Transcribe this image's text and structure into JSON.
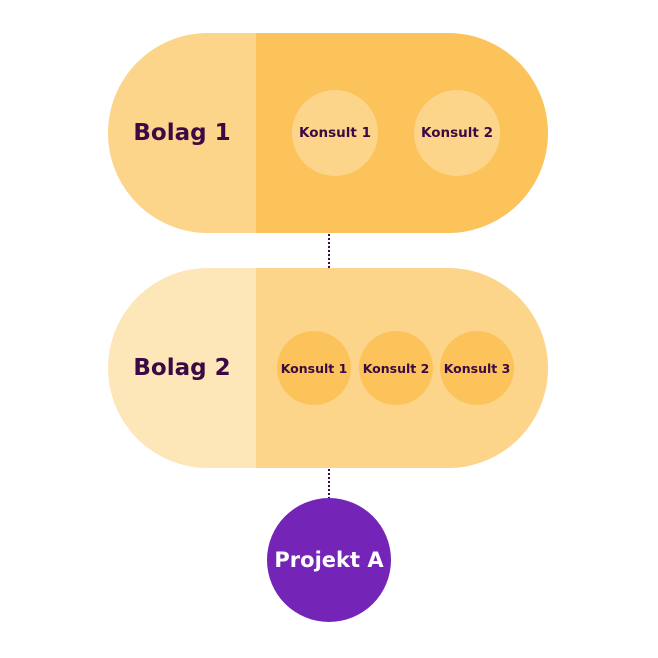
{
  "colors": {
    "pill1_left": "#fcd48a",
    "pill1_right": "#fbc35a",
    "pill1_consultant": "#fcd48a",
    "pill2_left": "#fde6b8",
    "pill2_right": "#fcd48a",
    "pill2_consultant": "#fbc35a",
    "text_dark": "#3b0a45",
    "project_fill": "#7425b8",
    "project_text": "#ffffff"
  },
  "companies": [
    {
      "name": "Bolag 1",
      "consultants": [
        "Konsult 1",
        "Konsult 2"
      ]
    },
    {
      "name": "Bolag 2",
      "consultants": [
        "Konsult 1",
        "Konsult 2",
        "Konsult 3"
      ]
    }
  ],
  "project": {
    "name": "Projekt A"
  }
}
